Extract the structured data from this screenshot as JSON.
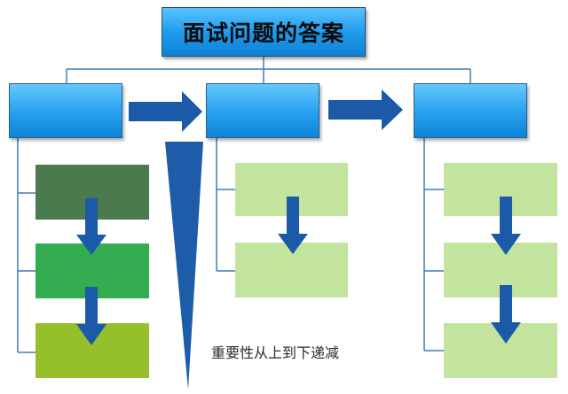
{
  "title": "面试问题的答案",
  "caption": "重要性从上到下递减",
  "colors": {
    "connector": "#3d7fb7",
    "arrow": "#1a5aa8",
    "wedge": "#1c5ca8",
    "col1": [
      "#4a7a4e",
      "#33ad50",
      "#96bf2c"
    ],
    "light_green": "#c2e49e"
  },
  "columns": [
    {
      "name": "column-1",
      "cells": 3
    },
    {
      "name": "column-2",
      "cells": 2
    },
    {
      "name": "column-3",
      "cells": 3
    }
  ]
}
